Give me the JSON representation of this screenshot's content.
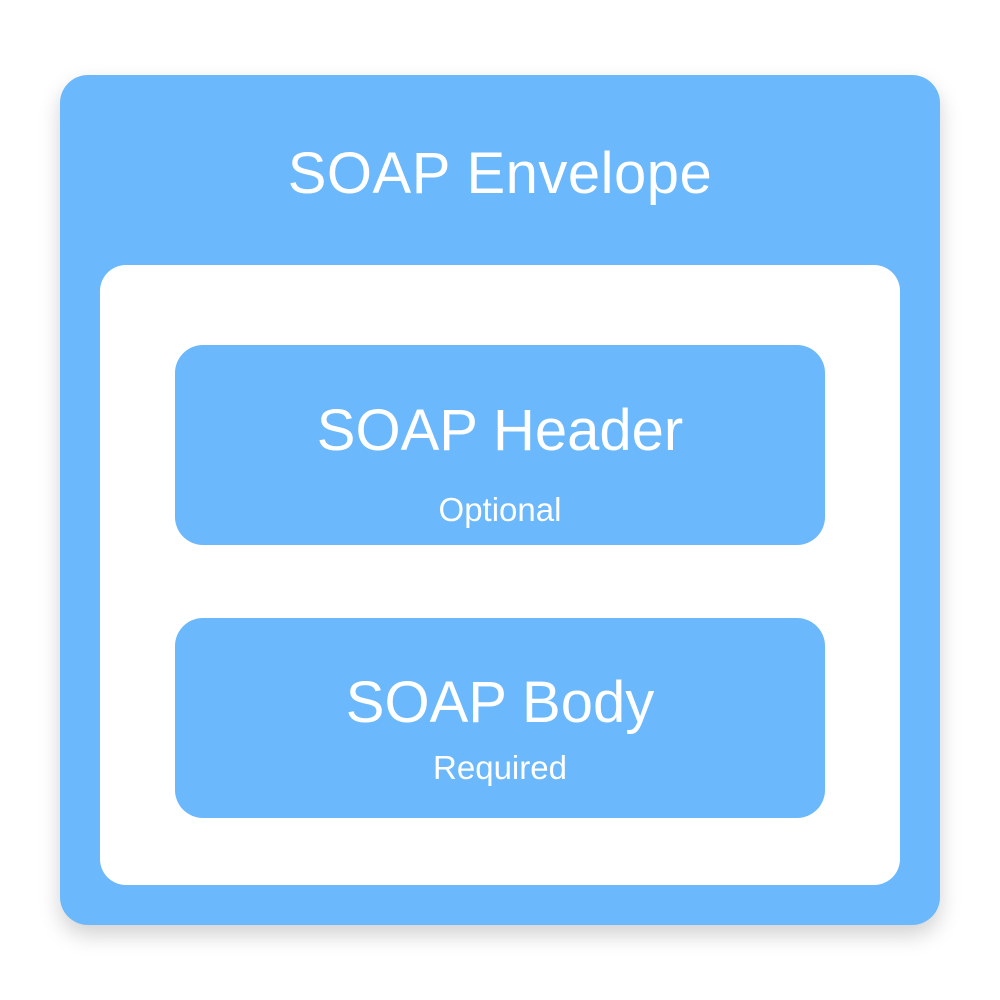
{
  "colors": {
    "accent_blue": "#6bb8fc",
    "inner_background": "#ffffff",
    "text": "#ffffff"
  },
  "envelope": {
    "title": "SOAP Envelope"
  },
  "sections": [
    {
      "title": "SOAP Header",
      "subtitle": "Optional"
    },
    {
      "title": "SOAP Body",
      "subtitle": "Required"
    }
  ]
}
